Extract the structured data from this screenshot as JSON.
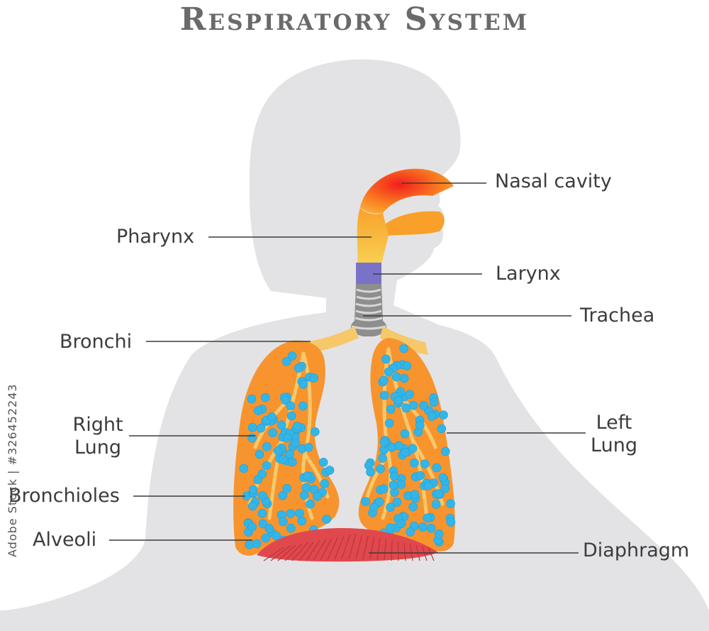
{
  "title": "Respiratory System",
  "labels": {
    "nasal_cavity": "Nasal cavity",
    "pharynx": "Pharynx",
    "larynx": "Larynx",
    "trachea": "Trachea",
    "bronchi": "Bronchi",
    "right_lung_1": "Right",
    "right_lung_2": "Lung",
    "left_lung_1": "Left",
    "left_lung_2": "Lung",
    "bronchioles": "Bronchioles",
    "alveoli": "Alveoli",
    "diaphragm": "Diaphragm"
  },
  "stamp": "Adobe Stock | #326452243",
  "colors": {
    "silhouette": "#e2e2e4",
    "lung": "#f7942e",
    "lung_inner": "#f6c86a",
    "alveoli": "#33b5e8",
    "larynx": "#7a72c8",
    "trachea": "#8e8e8e",
    "diaphragm": "#e0484d",
    "leader": "#3c3c3c"
  }
}
